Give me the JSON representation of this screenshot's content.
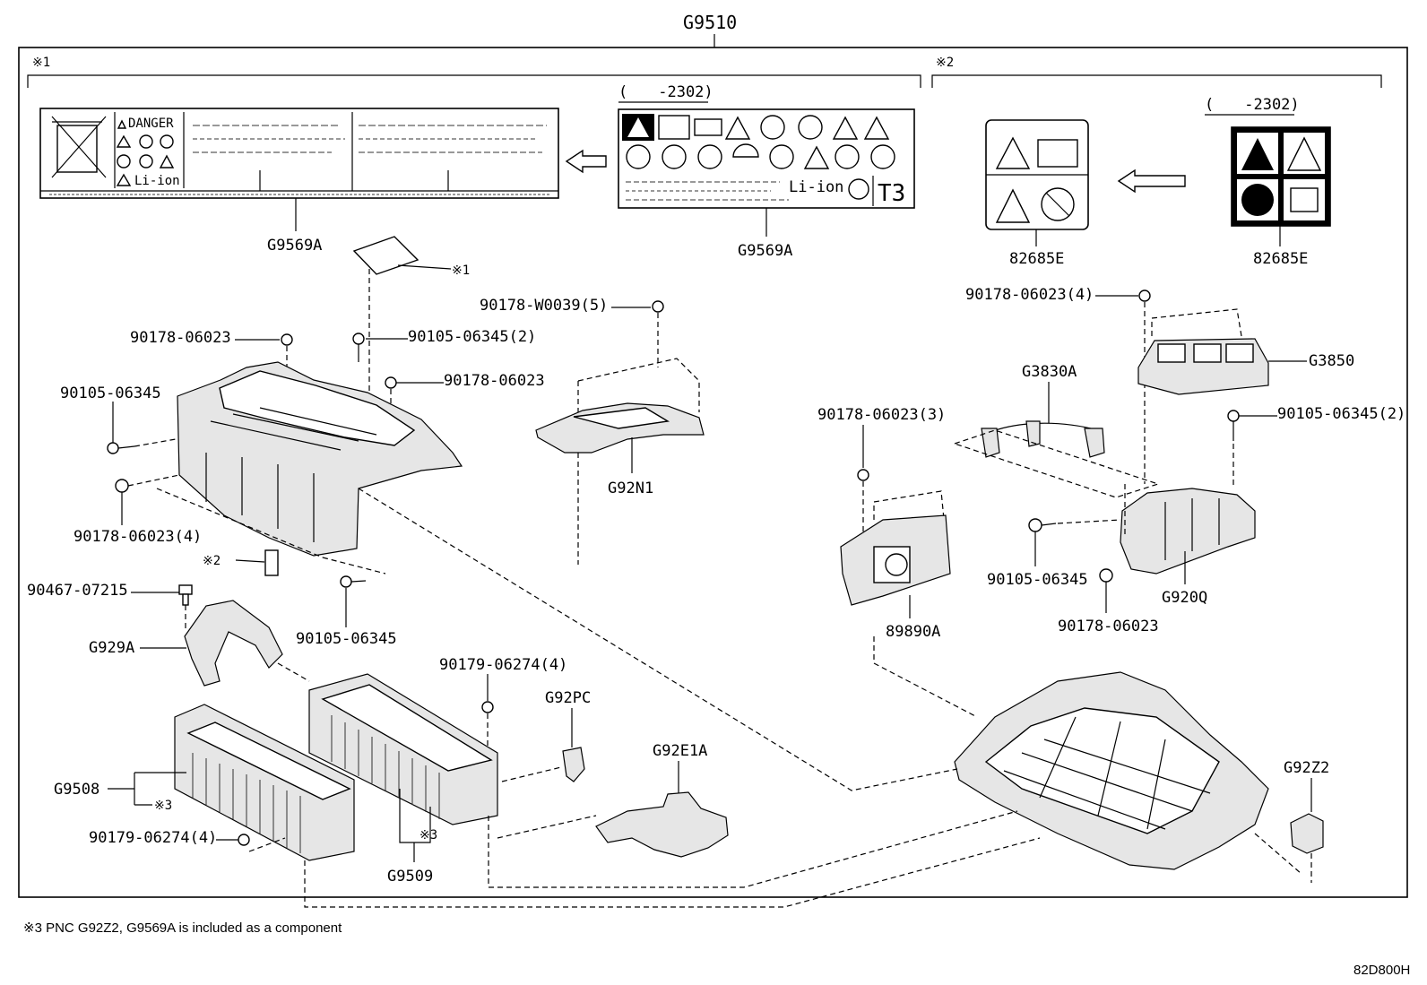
{
  "assembly": {
    "main_number": "G9510"
  },
  "notes": {
    "mark1": "※1",
    "mark2": "※2",
    "mark3": "※3",
    "footnote": "※3 PNC G92Z2, G9569A is included as a component"
  },
  "date_ranges": {
    "label_left": "(　　-2302)",
    "label_right": "(　　-2302)"
  },
  "labels": {
    "danger": "DANGER",
    "li_ion": "Li-ion",
    "t3": "T3"
  },
  "callouts": {
    "g9569a_left": "G9569A",
    "g9569a_right": "G9569A",
    "p82685e_left": "82685E",
    "p82685e_right": "82685E",
    "w0039": "90178-W0039(5)",
    "c06023_tl": "90178-06023",
    "c06345_2_top": "90105-06345(2)",
    "c06023_mid": "90178-06023",
    "c06345_left": "90105-06345",
    "c06023_4_left": "90178-06023(4)",
    "c06345_bottom": "90105-06345",
    "c07215": "90467-07215",
    "g929a": "G929A",
    "g92n1": "G92N1",
    "c06023_4_right": "90178-06023(4)",
    "g3850": "G3850",
    "g3830a": "G3830A",
    "c06023_3": "90178-06023(3)",
    "c06345_2_right": "90105-06345(2)",
    "c06345_right": "90105-06345",
    "g920q": "G920Q",
    "c06023_right": "90178-06023",
    "p89890a": "89890A",
    "c06274_4_mid": "90179-06274(4)",
    "g92pc": "G92PC",
    "g92e1a": "G92E1A",
    "g92z2": "G92Z2",
    "g9508": "G9508",
    "c06274_4_left": "90179-06274(4)",
    "g9509": "G9509"
  },
  "diagram_id": "82D800H"
}
